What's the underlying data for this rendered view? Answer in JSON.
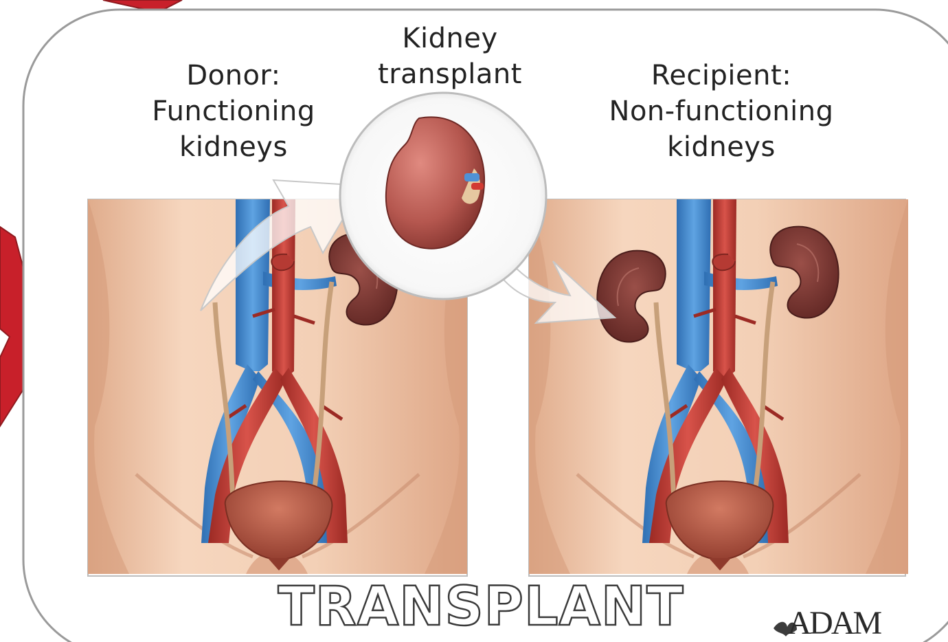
{
  "labels": {
    "donor_line1": "Donor:",
    "donor_line2": "Functioning",
    "donor_line3": "kidneys",
    "transplant_line1": "Kidney",
    "transplant_line2": "transplant",
    "recipient_line1": "Recipient:",
    "recipient_line2": "Non-functioning",
    "recipient_line3": "kidneys"
  },
  "caption": "TRANSPLANT",
  "logo": {
    "text": "ADAM"
  },
  "colors": {
    "accent_red": "#c8202a",
    "skin": "#f1c9ae",
    "vein_blue": "#3f86cf",
    "artery_red": "#c7403a",
    "kidney": "#7a3a35",
    "transplant_kidney": "#b85a52",
    "bladder": "#b2523d"
  }
}
